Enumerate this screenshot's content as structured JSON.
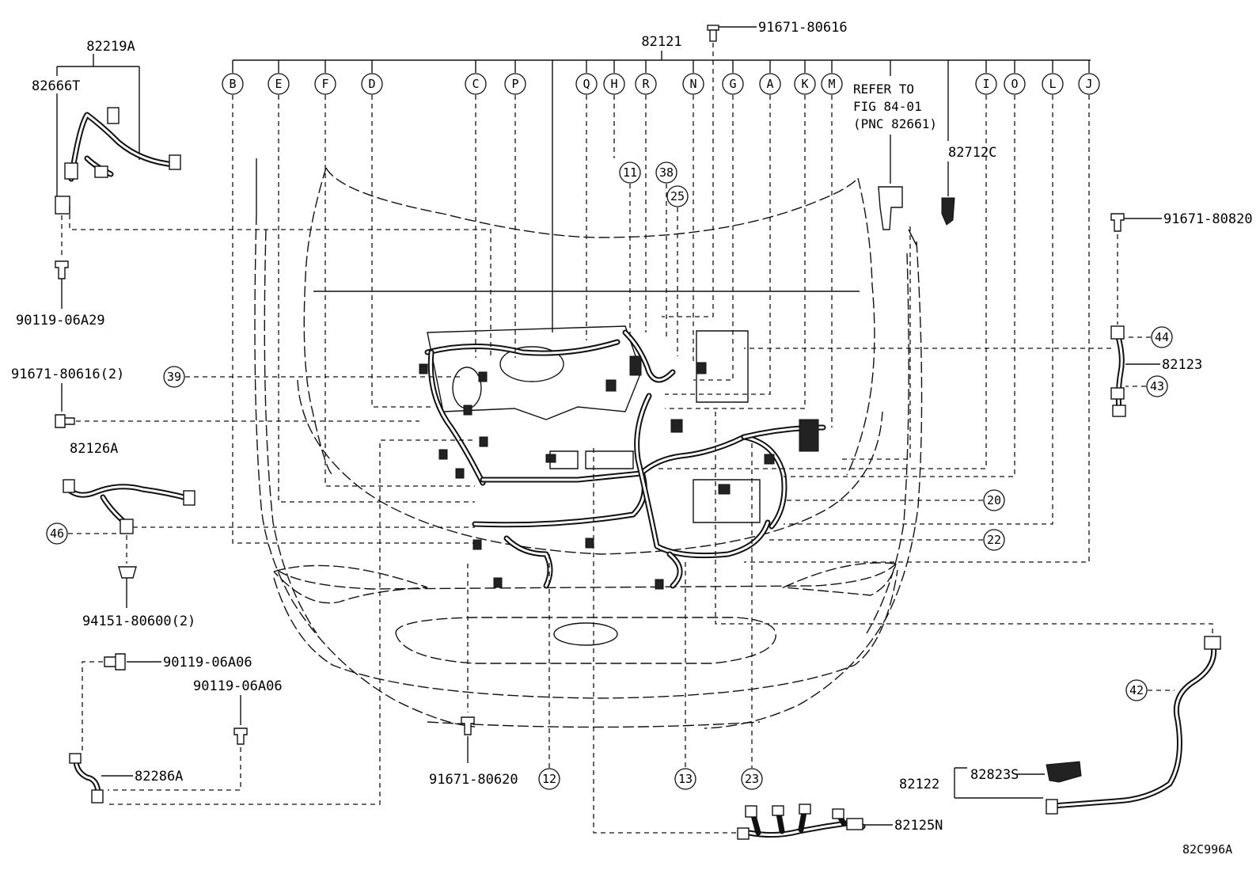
{
  "diagram": {
    "part_labels": {
      "p82219A": "82219A",
      "p82666T": "82666T",
      "p90119_06A29": "90119-06A29",
      "p91671_80616_2": "91671-80616(2)",
      "p82126A": "82126A",
      "p94151_80600_2": "94151-80600(2)",
      "p90119_06A06_a": "90119-06A06",
      "p90119_06A06_b": "90119-06A06",
      "p82286A": "82286A",
      "p82121": "82121",
      "p91671_80616": "91671-80616",
      "p82712C": "82712C",
      "p91671_80820": "91671-80820",
      "p82123": "82123",
      "p91671_80620": "91671-80620",
      "p82122": "82122",
      "p82823S": "82823S",
      "p82125N": "82125N"
    },
    "refer_note": [
      "REFER TO",
      "FIG 84-01",
      "(PNC 82661)"
    ],
    "letter_callouts": [
      "B",
      "E",
      "F",
      "D",
      "C",
      "P",
      "Q",
      "H",
      "R",
      "N",
      "G",
      "A",
      "K",
      "M",
      "I",
      "O",
      "L",
      "J"
    ],
    "number_callouts": {
      "c11": "11",
      "c38": "38",
      "c25": "25",
      "c39": "39",
      "c44": "44",
      "c43": "43",
      "c46": "46",
      "c20": "20",
      "c22": "22",
      "c42": "42",
      "c12": "12",
      "c13": "13",
      "c23": "23"
    },
    "figure_code": "82C996A"
  }
}
